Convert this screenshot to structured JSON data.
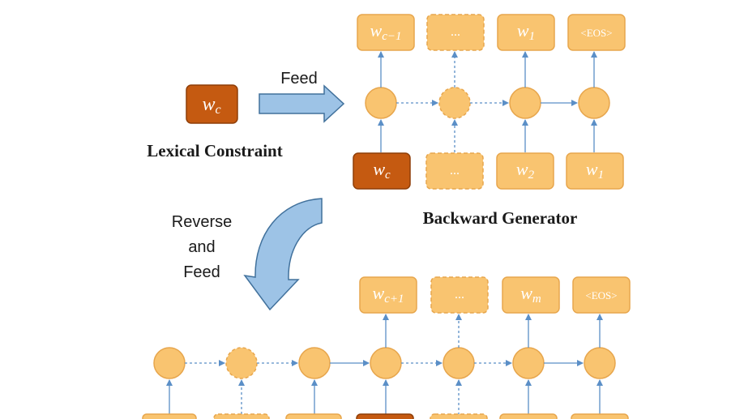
{
  "colors": {
    "orange_fill": "#f9c470",
    "orange_stroke": "#e7a64d",
    "brown_fill": "#c55a11",
    "brown_stroke": "#8f3e08",
    "blue_arrow": "#9dc3e6",
    "blue_stroke": "#41719c",
    "connector": "#5b8fc7"
  },
  "lexical": {
    "token": "w_c",
    "caption": "Lexical Constraint"
  },
  "feed_label": "Feed",
  "reverse_label": [
    "Reverse",
    "and",
    "Feed"
  ],
  "backward": {
    "caption": "Backward Generator",
    "outputs": [
      "w_c−1",
      "...",
      "w_1",
      "<EOS>"
    ],
    "inputs": [
      "w_c",
      "...",
      "w_2",
      "w_1"
    ]
  },
  "forward": {
    "outputs": [
      "w_c+1",
      "...",
      "w_m",
      "<EOS>"
    ]
  },
  "icons": {
    "feed_arrow": "right-block-arrow-icon",
    "reverse_arrow": "curved-down-arrow-icon"
  }
}
